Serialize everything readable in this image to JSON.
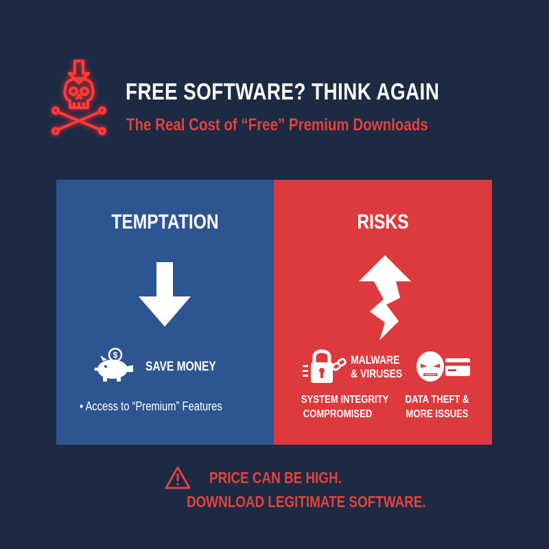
{
  "header": {
    "icon": "skull-crossbones-download-icon",
    "title": "FREE SOFTWARE? THINK AGAIN",
    "subtitle": "The Real Cost of “Free” Premium Downloads"
  },
  "temptation": {
    "heading": "TEMPTATION",
    "arrow_icon": "arrow-down-icon",
    "benefit_icon": "piggy-bank-icon",
    "benefit": "SAVE MONEY",
    "bullet": "•  Access to “Premium” Features"
  },
  "risks": {
    "heading": "RISKS",
    "arrow_icon": "lightning-arrow-up-icon",
    "malware_icon": "broken-lock-icon",
    "malware_line1": "MALWARE",
    "malware_line2": "& VIRUSES",
    "system_line1": "SYSTEM INTEGRITY",
    "system_line2": "COMPROMISED",
    "theft_icon": "hacker-card-icon",
    "theft_line1": "DATA THEFT &",
    "theft_line2": "MORE ISSUES"
  },
  "footer": {
    "warning_icon": "warning-triangle-icon",
    "line1": "PRICE CAN BE HIGH.",
    "line2": "DOWNLOAD LEGITIMATE SOFTWARE."
  },
  "colors": {
    "background": "#1c2a44",
    "temptation_panel": "#2d5591",
    "risks_panel": "#dd3a3d",
    "accent_red": "#e0433f"
  }
}
